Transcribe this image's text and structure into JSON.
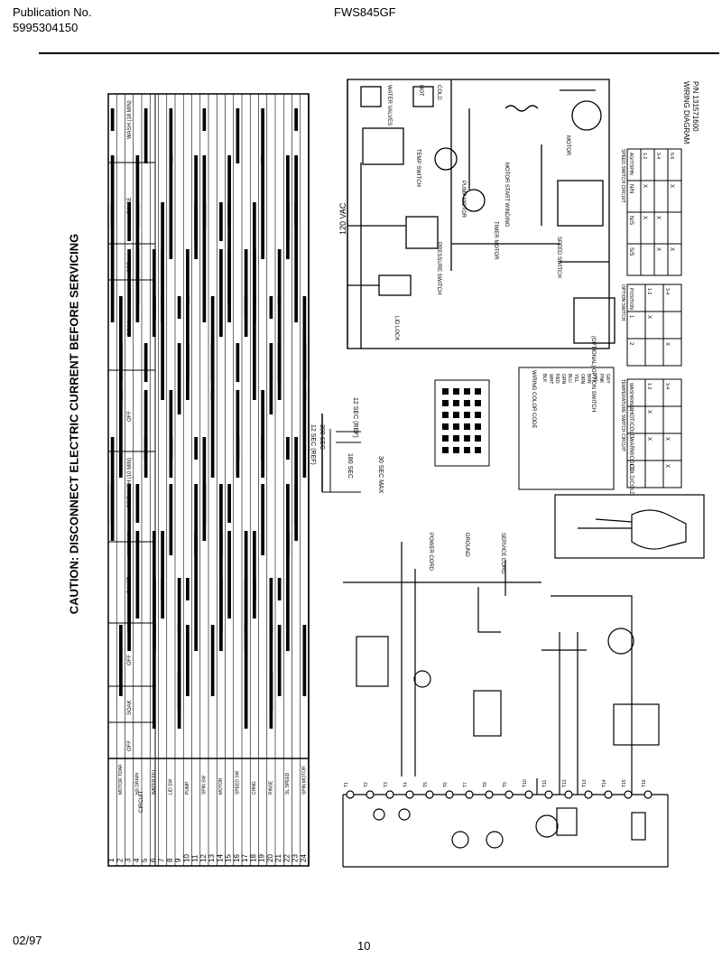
{
  "header": {
    "publication_label": "Publication No.",
    "publication_number": "5995304150",
    "model": "FWS845GF"
  },
  "caution": "CAUTION: DISCONNECT ELECTRIC CURRENT BEFORE SERVICING",
  "footer": {
    "date": "02/97",
    "page": "10"
  },
  "timer_chart": {
    "column_header": "CIRCUIT",
    "contacts": [
      "1",
      "2",
      "3",
      "4",
      "5",
      "6",
      "7",
      "8",
      "9",
      "10",
      "11",
      "12",
      "13",
      "14",
      "15",
      "16",
      "17",
      "18",
      "19",
      "20",
      "21",
      "22",
      "23",
      "24"
    ],
    "circuits": [
      "MOTOR TOAR",
      "HS DRAIN",
      "WATER FILL",
      "LID SW",
      "PUMP",
      "SPIN SW",
      "MOTOR",
      "SPEED SW",
      "CHNG",
      "RINSE",
      "SL SPEED",
      "SPIN MOTOR"
    ],
    "cycles": [
      "WASH (18 MIN)",
      "RINSE",
      "OFF",
      "SOAK",
      "OFF",
      "PREWASH (10 MIN)",
      "RINSE",
      "OFF",
      "SOAK",
      "OFF"
    ]
  },
  "schematic": {
    "supply": "120 VAC",
    "components": [
      "WATER VALVES",
      "HOT",
      "COLD",
      "TEMP SWITCH",
      "PUMP MOTOR",
      "MOTOR START WINDING",
      "MOTOR",
      "TIMER MOTOR",
      "PRESSURE SWITCH",
      "SPEED SWITCH",
      "LID LOCK",
      "(OPTIONAL) OPTION SWITCH"
    ]
  },
  "timing_note": [
    "12 SEC (REF)",
    "300 SEC",
    "12 SEC (REF)",
    "180 SEC",
    "30 SEC MAX"
  ],
  "color_code": {
    "title": "WIRING COLOR CODE",
    "items": [
      "BLK",
      "WHT",
      "RED",
      "GRN",
      "BLU",
      "YEL",
      "ORN",
      "BRN",
      "VIO",
      "PNK",
      "GRY"
    ]
  },
  "harness": {
    "labels": [
      "POWER CORD",
      "GROUND",
      "SERVICE CORD"
    ],
    "terminals": [
      "T1",
      "T2",
      "T3",
      "T4",
      "T5",
      "T6",
      "T7",
      "T8",
      "T9",
      "T10",
      "T11",
      "T12",
      "T13",
      "T14",
      "T15",
      "T16"
    ]
  },
  "switch_tables": {
    "temp": {
      "title": "TEMPERATURE SWITCH CIRCUIT",
      "headers": [
        "WASH/RINSE",
        "1-2",
        "3-4"
      ],
      "rows": [
        [
          "HOT/COLD",
          "X",
          ""
        ],
        [
          "WARM/COLD",
          "X",
          "X"
        ],
        [
          "COLD/COLD",
          "",
          "X"
        ]
      ]
    },
    "speed": {
      "title": "SPEED SWITCH CIRCUIT",
      "headers": [
        "AGIT/SPIN",
        "1-2",
        "3-4",
        "5-6"
      ],
      "rows": [
        [
          "N/N",
          "X",
          "",
          "X"
        ],
        [
          "N/S",
          "X",
          "X",
          ""
        ],
        [
          "S/S",
          "",
          "X",
          "X"
        ]
      ]
    },
    "option": {
      "title": "OPTION SWITCH",
      "headers": [
        "POSITION",
        "1-2",
        "3-4"
      ],
      "rows": [
        [
          "1",
          "X",
          ""
        ],
        [
          "2",
          "",
          "X"
        ]
      ]
    }
  },
  "diagram_title": [
    "WIRING DIAGRAM",
    "P/N 131571600"
  ],
  "colors": {
    "ink": "#000000",
    "paper": "#ffffff"
  }
}
